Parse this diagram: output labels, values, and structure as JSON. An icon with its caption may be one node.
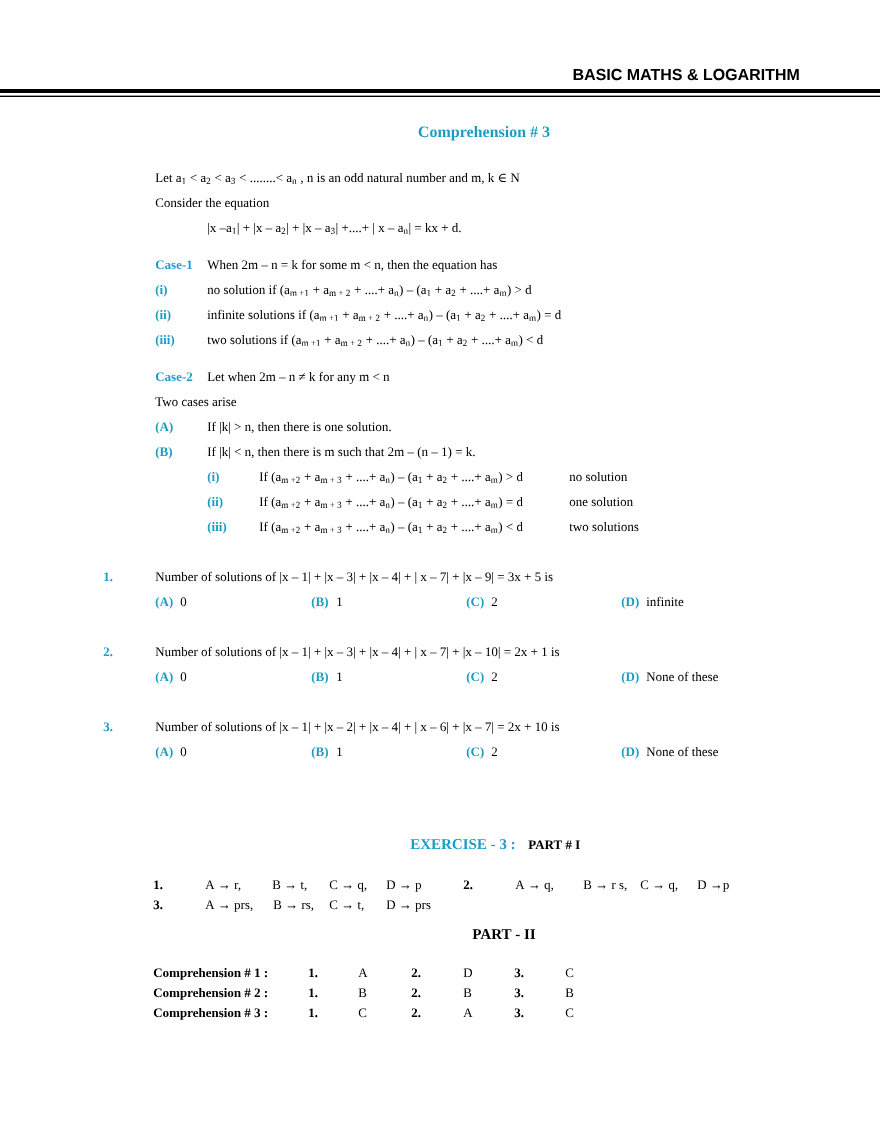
{
  "diagram": {
    "labels": [
      "BASIC MATHS & LOGARITHM",
      "Comprehension # 3",
      "Let a$_{1}$ < a$_{2}$ < a$_{3}$ < ........< a$_{n}$ , n is an odd natural number and m, k ∈ N",
      "Consider the equation",
      "|x –a$_{1}$| + |x – a$_{2}$| + |x – a$_{3}$| +....+ | x – a$_{n}$| = kx + d.",
      "Case-1",
      "When 2m – n = k for some m < n, then the equation has",
      "(i)",
      "no solution if (a$_{m +1}$ + a$_{m + 2}$ + ....+ a$_{n}$) – (a$_{1}$ + a$_{2}$ + ....+ a$_{m}$) > d",
      "(ii)",
      "infinite solutions if (a$_{m +1}$ + a$_{m + 2}$ + ....+ a$_{n}$) – (a$_{1}$ + a$_{2}$ + ....+ a$_{m}$) = d",
      "(iii)",
      "two solutions if (a$_{m +1}$ + a$_{m + 2}$ + ....+ a$_{n}$) – (a$_{1}$ + a$_{2}$ + ....+ a$_{m}$) < d",
      "Case-2",
      "Let when 2m – n ≠ k for any m < n",
      "Two cases arise",
      "(A)",
      "If |k| > n, then there is one solution.",
      "(B)",
      "If |k| < n, then there is m such that 2m – (n – 1) = k.",
      "(i)",
      "If (a$_{m +2}$ + a$_{m + 3}$ + ....+ a$_{n}$) – (a$_{1}$ + a$_{2}$ + ....+ a$_{m}$) > d",
      "no solution",
      "(ii)",
      "If (a$_{m +2}$ + a$_{m + 3}$ + ....+ a$_{n}$) – (a$_{1}$ + a$_{2}$ + ....+ a$_{m}$) = d",
      "one solution",
      "(iii)",
      "If (a$_{m +2}$ + a$_{m + 3}$ + ....+ a$_{n}$) – (a$_{1}$ + a$_{2}$ + ....+ a$_{m}$) < d",
      "two solutions",
      "1.",
      "Number of solutions of |x – 1| + |x – 3| + |x – 4| + | x – 7| + |x – 9| = 3x + 5 is",
      "(A)",
      "0",
      "(B)",
      "1",
      "(C)",
      "2",
      "(D)",
      "infinite",
      "2.",
      "Number of solutions of |x – 1| + |x – 3| + |x – 4| + | x – 7| + |x – 10| = 2x + 1 is",
      "(A)",
      "0",
      "(B)",
      "1",
      "(C)",
      "2",
      "(D)",
      "None of these",
      "3.",
      "Number of solutions of |x – 1| + |x – 2| + |x – 4| + | x – 6| + |x – 7| = 2x + 10 is",
      "(A)",
      "0",
      "(B)",
      "1",
      "(C)",
      "2",
      "(D)",
      "None of these",
      "EXERCISE - 3 :",
      "PART # I",
      "1.",
      "A → r,",
      "B → t,",
      "C → q,",
      "D → p",
      "2.",
      "A → q,",
      "B → r s,",
      "C → q,",
      "D →p",
      "3.",
      "A → prs,",
      "B → rs,",
      "C → t,",
      "D → prs",
      "PART - II",
      "Comprehension # 1 :",
      "1.",
      "A",
      "2.",
      "D",
      "3.",
      "C",
      "Comprehension # 2 :",
      "1.",
      "B",
      "2.",
      "B",
      "3.",
      "B",
      "Comprehension # 3 :",
      "1.",
      "C",
      "2.",
      "A",
      "3.",
      "C"
    ]
  }
}
